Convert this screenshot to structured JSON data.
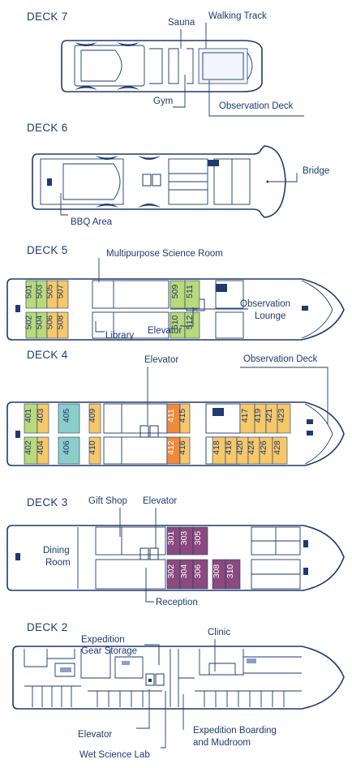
{
  "colors": {
    "line": "#1f3a6e",
    "green": "#b9d97a",
    "yellow": "#f6c86a",
    "teal": "#8ccdc9",
    "orange": "#f08a3a",
    "purple": "#8a4a7e"
  },
  "decks": {
    "deck7": {
      "title": "DECK 7",
      "labels": {
        "sauna": "Sauna",
        "walking_track": "Walking Track",
        "gym": "Gym",
        "observation_deck": "Observation Deck"
      }
    },
    "deck6": {
      "title": "DECK 6",
      "labels": {
        "bridge": "Bridge",
        "bbq": "BBQ Area"
      }
    },
    "deck5": {
      "title": "DECK 5",
      "labels": {
        "science_room": "Multipurpose Science Room",
        "observation_lounge_1": "Observation",
        "observation_lounge_2": "Lounge",
        "library": "Library",
        "elevator": "Elevator"
      },
      "cabins": {
        "top": [
          "501",
          "503",
          "505",
          "507",
          "509",
          "511"
        ],
        "bottom": [
          "502",
          "504",
          "506",
          "508",
          "510",
          "512"
        ]
      }
    },
    "deck4": {
      "title": "DECK 4",
      "labels": {
        "elevator": "Elevator",
        "observation_deck": "Observation Deck"
      },
      "cabins": {
        "top": [
          "401",
          "403",
          "405",
          "409",
          "411",
          "415",
          "417",
          "419",
          "421",
          "423"
        ],
        "bottom": [
          "402",
          "404",
          "406",
          "410",
          "412",
          "416",
          "418",
          "416",
          "420",
          "424",
          "426",
          "428"
        ]
      }
    },
    "deck3": {
      "title": "DECK 3",
      "labels": {
        "gift_shop": "Gift Shop",
        "elevator": "Elevator",
        "dining_1": "Dining",
        "dining_2": "Room",
        "reception": "Reception"
      },
      "cabins": {
        "top": [
          "301",
          "303",
          "305"
        ],
        "bottom": [
          "302",
          "304",
          "306",
          "308",
          "310"
        ]
      }
    },
    "deck2": {
      "title": "DECK 2",
      "labels": {
        "gear_storage_1": "Expedition",
        "gear_storage_2": "Gear Storage",
        "clinic": "Clinic",
        "elevator": "Elevator",
        "boarding_1": "Expedition Boarding",
        "boarding_2": "and Mudroom",
        "wet_lab": "Wet Science Lab"
      }
    }
  }
}
